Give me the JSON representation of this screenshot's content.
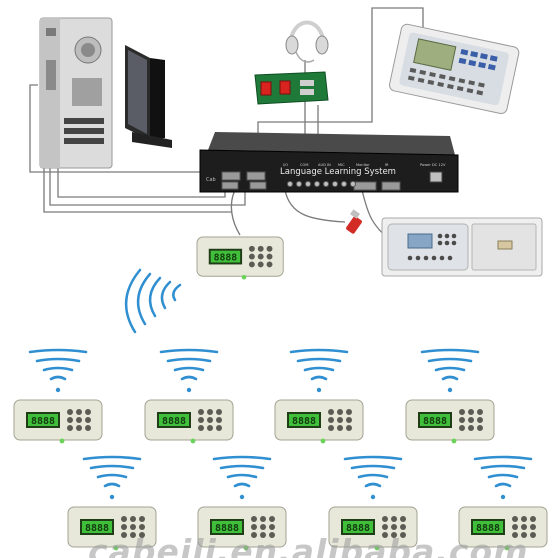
{
  "main_unit": {
    "title": "Language Learning System",
    "port_left": "Cab",
    "port_labels": [
      "I/O",
      "COM",
      "AUD IN",
      "MIC",
      "Monitor",
      "IR",
      "Power",
      "DC 12V"
    ]
  },
  "terminals": {
    "display_text": "8888",
    "count": 9
  },
  "watermark": "cabeili.en.alibaba.com",
  "colors": {
    "unit_body": "#1d1d1d",
    "lcd": "#3fbf3a",
    "terminal_body": "#e7e8d9",
    "wifi": "#2f8fd1",
    "cable": "#808080",
    "board": "#1f7a3a"
  }
}
